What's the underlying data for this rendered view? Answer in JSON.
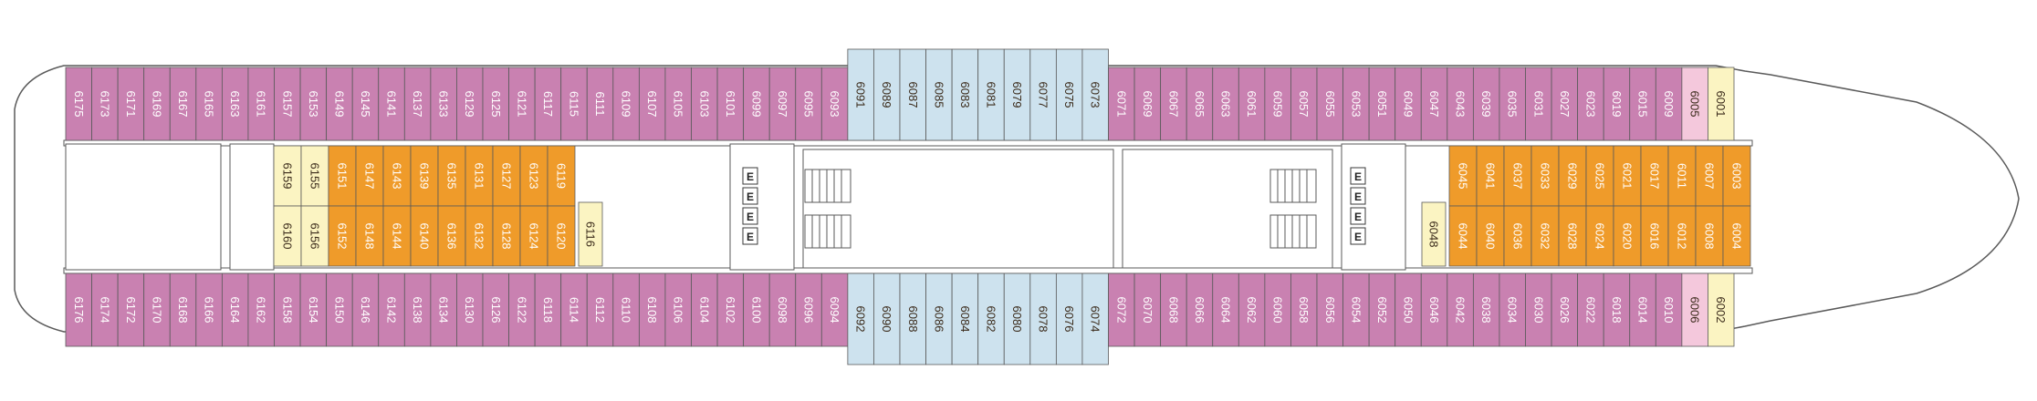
{
  "colors": {
    "pink": "#c981b1",
    "blue": "#cde2ee",
    "orange": "#ef9b2a",
    "yellow": "#fbf4c2",
    "light_pink": "#f4c8dc",
    "line": "#5a5a5a"
  },
  "icons": {
    "wheelchair": "wheelchair-icon",
    "elevator": "elevator-icon",
    "stairs": "stairs-icon"
  },
  "deck": {
    "top_row": [
      {
        "number": "6175",
        "color": "pink"
      },
      {
        "number": "6173",
        "color": "pink"
      },
      {
        "number": "6171",
        "color": "pink"
      },
      {
        "number": "6169",
        "color": "pink"
      },
      {
        "number": "6167",
        "color": "pink"
      },
      {
        "number": "6165",
        "color": "pink"
      },
      {
        "number": "6163",
        "color": "pink"
      },
      {
        "number": "6161",
        "color": "pink"
      },
      {
        "number": "6157",
        "color": "pink"
      },
      {
        "number": "6153",
        "color": "pink"
      },
      {
        "number": "6149",
        "color": "pink"
      },
      {
        "number": "6145",
        "color": "pink"
      },
      {
        "number": "6141",
        "color": "pink"
      },
      {
        "number": "6137",
        "color": "pink"
      },
      {
        "number": "6133",
        "color": "pink"
      },
      {
        "number": "6129",
        "color": "pink"
      },
      {
        "number": "6125",
        "color": "pink"
      },
      {
        "number": "6121",
        "color": "pink"
      },
      {
        "number": "6117",
        "color": "pink"
      },
      {
        "number": "6115",
        "color": "pink"
      },
      {
        "number": "6111",
        "color": "pink"
      },
      {
        "number": "6109",
        "color": "pink"
      },
      {
        "number": "6107",
        "color": "pink"
      },
      {
        "number": "6105",
        "color": "pink"
      },
      {
        "number": "6103",
        "color": "pink"
      },
      {
        "number": "6101",
        "color": "pink"
      },
      {
        "number": "6099",
        "color": "pink"
      },
      {
        "number": "6097",
        "color": "pink"
      },
      {
        "number": "6095",
        "color": "pink"
      },
      {
        "number": "6093",
        "color": "pink"
      },
      {
        "number": "6091",
        "color": "blue"
      },
      {
        "number": "6089",
        "color": "blue"
      },
      {
        "number": "6087",
        "color": "blue"
      },
      {
        "number": "6085",
        "color": "blue"
      },
      {
        "number": "6083",
        "color": "blue"
      },
      {
        "number": "6081",
        "color": "blue"
      },
      {
        "number": "6079",
        "color": "blue"
      },
      {
        "number": "6077",
        "color": "blue"
      },
      {
        "number": "6075",
        "color": "blue"
      },
      {
        "number": "6073",
        "color": "blue"
      },
      {
        "number": "6071",
        "color": "pink"
      },
      {
        "number": "6069",
        "color": "pink"
      },
      {
        "number": "6067",
        "color": "pink"
      },
      {
        "number": "6065",
        "color": "pink"
      },
      {
        "number": "6063",
        "color": "pink"
      },
      {
        "number": "6061",
        "color": "pink"
      },
      {
        "number": "6059",
        "color": "pink"
      },
      {
        "number": "6057",
        "color": "pink"
      },
      {
        "number": "6055",
        "color": "pink"
      },
      {
        "number": "6053",
        "color": "pink"
      },
      {
        "number": "6051",
        "color": "pink"
      },
      {
        "number": "6049",
        "color": "pink"
      },
      {
        "number": "6047",
        "color": "pink"
      },
      {
        "number": "6043",
        "color": "pink"
      },
      {
        "number": "6039",
        "color": "pink"
      },
      {
        "number": "6035",
        "color": "pink"
      },
      {
        "number": "6031",
        "color": "pink"
      },
      {
        "number": "6027",
        "color": "pink"
      },
      {
        "number": "6023",
        "color": "pink"
      },
      {
        "number": "6019",
        "color": "pink"
      },
      {
        "number": "6015",
        "color": "pink"
      },
      {
        "number": "6009",
        "color": "pink"
      },
      {
        "number": "6005",
        "color": "light_pink"
      },
      {
        "number": "6001",
        "color": "yellow"
      }
    ],
    "bottom_row": [
      {
        "number": "6176",
        "color": "pink"
      },
      {
        "number": "6174",
        "color": "pink"
      },
      {
        "number": "6172",
        "color": "pink"
      },
      {
        "number": "6170",
        "color": "pink"
      },
      {
        "number": "6168",
        "color": "pink"
      },
      {
        "number": "6166",
        "color": "pink"
      },
      {
        "number": "6164",
        "color": "pink"
      },
      {
        "number": "6162",
        "color": "pink"
      },
      {
        "number": "6158",
        "color": "pink"
      },
      {
        "number": "6154",
        "color": "pink"
      },
      {
        "number": "6150",
        "color": "pink"
      },
      {
        "number": "6146",
        "color": "pink"
      },
      {
        "number": "6142",
        "color": "pink"
      },
      {
        "number": "6138",
        "color": "pink"
      },
      {
        "number": "6134",
        "color": "pink"
      },
      {
        "number": "6130",
        "color": "pink"
      },
      {
        "number": "6126",
        "color": "pink"
      },
      {
        "number": "6122",
        "color": "pink"
      },
      {
        "number": "6118",
        "color": "pink"
      },
      {
        "number": "6114",
        "color": "pink"
      },
      {
        "number": "6112",
        "color": "pink"
      },
      {
        "number": "6110",
        "color": "pink"
      },
      {
        "number": "6108",
        "color": "pink"
      },
      {
        "number": "6106",
        "color": "pink"
      },
      {
        "number": "6104",
        "color": "pink"
      },
      {
        "number": "6102",
        "color": "pink"
      },
      {
        "number": "6100",
        "color": "pink"
      },
      {
        "number": "6098",
        "color": "pink"
      },
      {
        "number": "6096",
        "color": "pink"
      },
      {
        "number": "6094",
        "color": "pink"
      },
      {
        "number": "6092",
        "color": "blue"
      },
      {
        "number": "6090",
        "color": "blue"
      },
      {
        "number": "6088",
        "color": "blue"
      },
      {
        "number": "6086",
        "color": "blue"
      },
      {
        "number": "6084",
        "color": "blue"
      },
      {
        "number": "6082",
        "color": "blue"
      },
      {
        "number": "6080",
        "color": "blue"
      },
      {
        "number": "6078",
        "color": "blue"
      },
      {
        "number": "6076",
        "color": "blue"
      },
      {
        "number": "6074",
        "color": "blue"
      },
      {
        "number": "6072",
        "color": "pink"
      },
      {
        "number": "6070",
        "color": "pink"
      },
      {
        "number": "6068",
        "color": "pink"
      },
      {
        "number": "6066",
        "color": "pink"
      },
      {
        "number": "6064",
        "color": "pink"
      },
      {
        "number": "6062",
        "color": "pink"
      },
      {
        "number": "6060",
        "color": "pink"
      },
      {
        "number": "6058",
        "color": "pink"
      },
      {
        "number": "6056",
        "color": "pink"
      },
      {
        "number": "6054",
        "color": "pink"
      },
      {
        "number": "6052",
        "color": "pink"
      },
      {
        "number": "6050",
        "color": "pink"
      },
      {
        "number": "6046",
        "color": "pink"
      },
      {
        "number": "6042",
        "color": "pink"
      },
      {
        "number": "6038",
        "color": "pink"
      },
      {
        "number": "6034",
        "color": "pink"
      },
      {
        "number": "6030",
        "color": "pink"
      },
      {
        "number": "6026",
        "color": "pink"
      },
      {
        "number": "6022",
        "color": "pink"
      },
      {
        "number": "6018",
        "color": "pink"
      },
      {
        "number": "6014",
        "color": "pink"
      },
      {
        "number": "6010",
        "color": "pink"
      },
      {
        "number": "6006",
        "color": "light_pink"
      },
      {
        "number": "6002",
        "color": "yellow"
      }
    ],
    "aft_inner_top": [
      {
        "number": "6159",
        "color": "yellow"
      },
      {
        "number": "6155",
        "color": "yellow"
      },
      {
        "number": "6151",
        "color": "orange"
      },
      {
        "number": "6147",
        "color": "orange"
      },
      {
        "number": "6143",
        "color": "orange"
      },
      {
        "number": "6139",
        "color": "orange"
      },
      {
        "number": "6135",
        "color": "orange"
      },
      {
        "number": "6131",
        "color": "orange"
      },
      {
        "number": "6127",
        "color": "orange"
      },
      {
        "number": "6123",
        "color": "orange"
      },
      {
        "number": "6119",
        "color": "orange"
      }
    ],
    "aft_inner_bottom": [
      {
        "number": "6160",
        "color": "yellow"
      },
      {
        "number": "6156",
        "color": "yellow"
      },
      {
        "number": "6152",
        "color": "orange"
      },
      {
        "number": "6148",
        "color": "orange"
      },
      {
        "number": "6144",
        "color": "orange"
      },
      {
        "number": "6140",
        "color": "orange"
      },
      {
        "number": "6136",
        "color": "orange"
      },
      {
        "number": "6132",
        "color": "orange"
      },
      {
        "number": "6128",
        "color": "orange"
      },
      {
        "number": "6124",
        "color": "orange"
      },
      {
        "number": "6120",
        "color": "orange"
      }
    ],
    "aft_inner_extra": {
      "number": "6116",
      "color": "yellow"
    },
    "fwd_inner_top": [
      {
        "number": "6045",
        "color": "orange"
      },
      {
        "number": "6041",
        "color": "orange"
      },
      {
        "number": "6037",
        "color": "orange"
      },
      {
        "number": "6033",
        "color": "orange"
      },
      {
        "number": "6029",
        "color": "orange"
      },
      {
        "number": "6025",
        "color": "orange"
      },
      {
        "number": "6021",
        "color": "orange"
      },
      {
        "number": "6017",
        "color": "orange"
      },
      {
        "number": "6011",
        "color": "orange"
      },
      {
        "number": "6007",
        "color": "orange"
      },
      {
        "number": "6003",
        "color": "orange"
      }
    ],
    "fwd_inner_bottom": [
      {
        "number": "6044",
        "color": "orange"
      },
      {
        "number": "6040",
        "color": "orange"
      },
      {
        "number": "6036",
        "color": "orange"
      },
      {
        "number": "6032",
        "color": "orange"
      },
      {
        "number": "6028",
        "color": "orange"
      },
      {
        "number": "6024",
        "color": "orange"
      },
      {
        "number": "6020",
        "color": "orange"
      },
      {
        "number": "6016",
        "color": "orange"
      },
      {
        "number": "6012",
        "color": "orange"
      },
      {
        "number": "6008",
        "color": "orange"
      },
      {
        "number": "6004",
        "color": "orange"
      }
    ],
    "fwd_inner_extra": {
      "number": "6048",
      "color": "yellow"
    },
    "elevator_letter": "E"
  }
}
